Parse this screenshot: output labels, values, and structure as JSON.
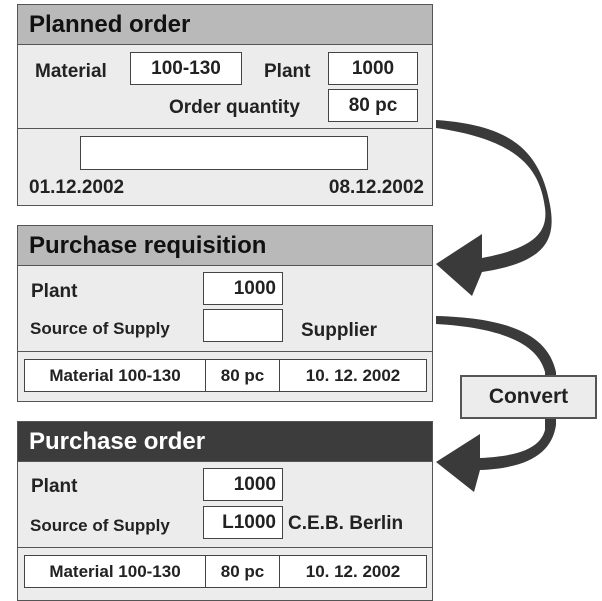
{
  "planned_order": {
    "title": "Planned order",
    "material_label": "Material",
    "material_value": "100-130",
    "plant_label": "Plant",
    "plant_value": "1000",
    "qty_label": "Order quantity",
    "qty_value": "80 pc",
    "start_date": "01.12.2002",
    "end_date": "08.12.2002"
  },
  "purchase_requisition": {
    "title": "Purchase requisition",
    "plant_label": "Plant",
    "plant_value": "1000",
    "source_label": "Source of Supply",
    "source_value": "",
    "supplier_label": "Supplier",
    "row": [
      "Material 100-130",
      "80 pc",
      "10. 12. 2002"
    ]
  },
  "purchase_order": {
    "title": "Purchase order",
    "plant_label": "Plant",
    "plant_value": "1000",
    "source_label": "Source of Supply",
    "source_value": "L1000",
    "supplier_name": "C.E.B. Berlin",
    "row": [
      "Material 100-130",
      "80 pc",
      "10. 12. 2002"
    ]
  },
  "convert_label": "Convert",
  "colors": {
    "panel_bg": "#ececec",
    "header_gray": "#b9b9b9",
    "header_dark": "#3c3c3c",
    "arrow": "#3a3a3a"
  }
}
